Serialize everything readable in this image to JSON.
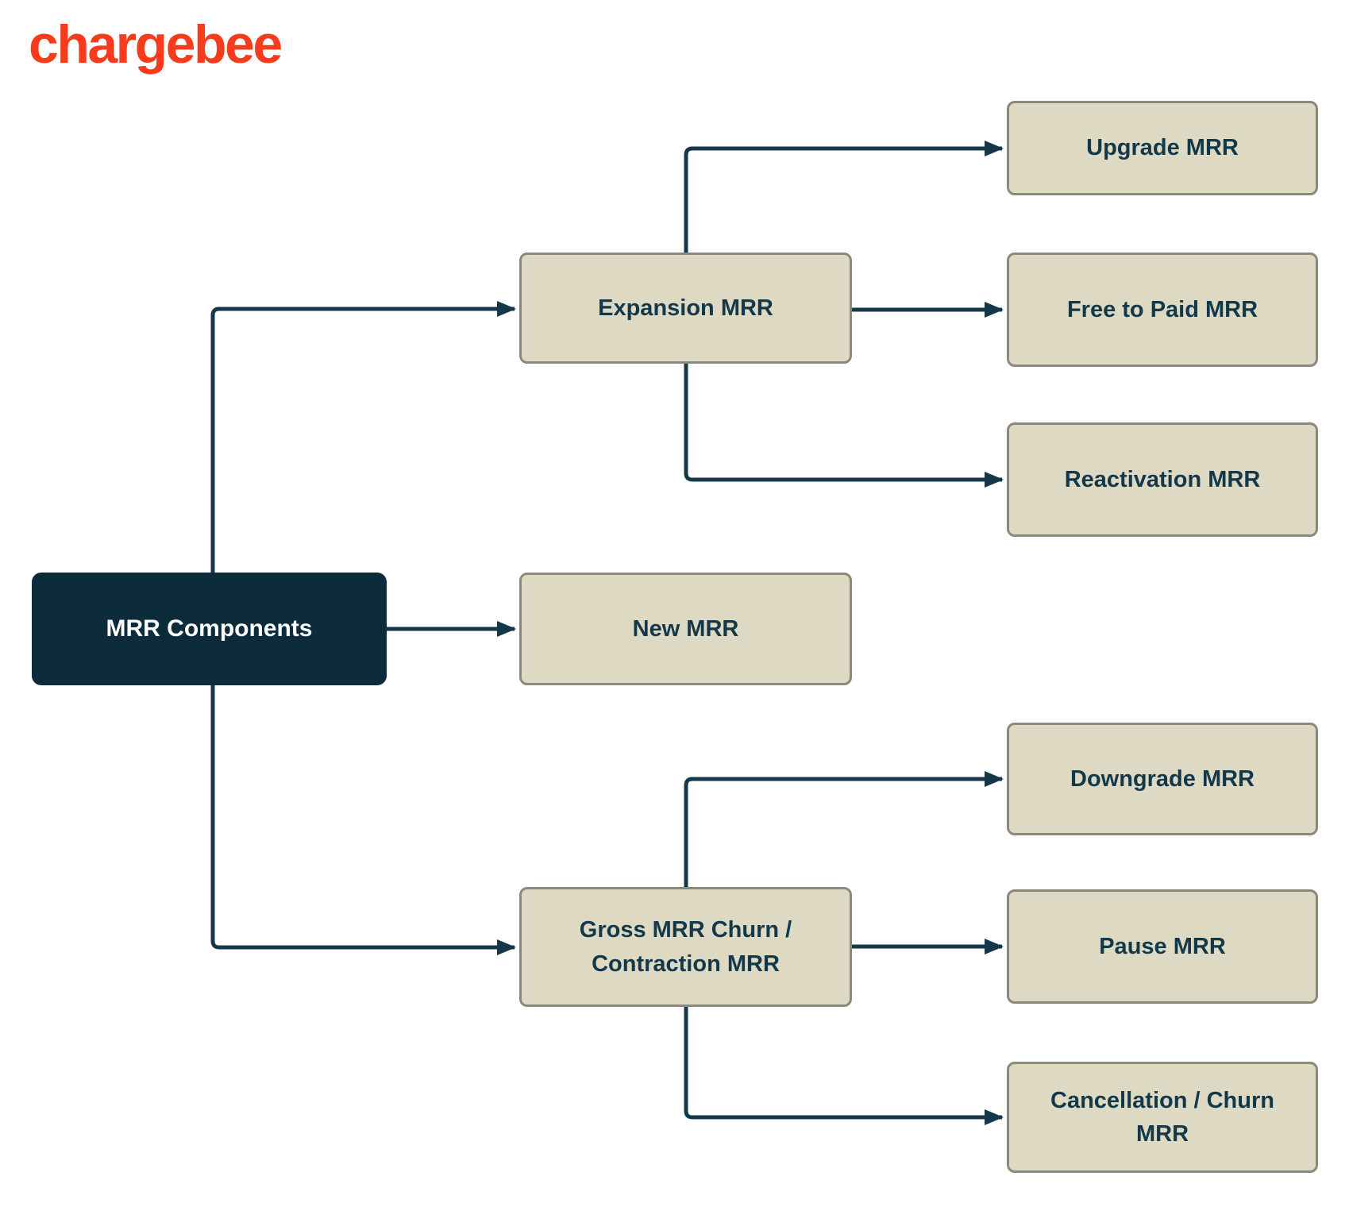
{
  "brand": {
    "logo_text": "chargebee",
    "logo_color": "#F93B1D"
  },
  "colors": {
    "background": "#FFFFFF",
    "node_fill": "#DED9C3",
    "node_border": "#8B897B",
    "node_text": "#12384A",
    "root_fill": "#0D2C3B",
    "root_text": "#FFFFFF",
    "connector": "#14384A"
  },
  "nodes": {
    "root": {
      "label": "MRR Components"
    },
    "expansion": {
      "label": "Expansion MRR"
    },
    "new_mrr": {
      "label": "New MRR"
    },
    "gross_churn": {
      "label": "Gross MRR Churn / Contraction MRR"
    },
    "upgrade": {
      "label": "Upgrade MRR"
    },
    "free_to_paid": {
      "label": "Free to Paid MRR"
    },
    "reactivation": {
      "label": "Reactivation MRR"
    },
    "downgrade": {
      "label": "Downgrade MRR"
    },
    "pause": {
      "label": "Pause MRR"
    },
    "cancellation": {
      "label": "Cancellation / Churn MRR"
    }
  },
  "edges": [
    {
      "from": "MRR Components",
      "to": "Expansion MRR"
    },
    {
      "from": "MRR Components",
      "to": "New MRR"
    },
    {
      "from": "MRR Components",
      "to": "Gross MRR Churn / Contraction MRR"
    },
    {
      "from": "Expansion MRR",
      "to": "Upgrade MRR"
    },
    {
      "from": "Expansion MRR",
      "to": "Free to Paid MRR"
    },
    {
      "from": "Expansion MRR",
      "to": "Reactivation MRR"
    },
    {
      "from": "Gross MRR Churn / Contraction MRR",
      "to": "Downgrade MRR"
    },
    {
      "from": "Gross MRR Churn / Contraction MRR",
      "to": "Pause MRR"
    },
    {
      "from": "Gross MRR Churn / Contraction MRR",
      "to": "Cancellation / Churn MRR"
    }
  ]
}
